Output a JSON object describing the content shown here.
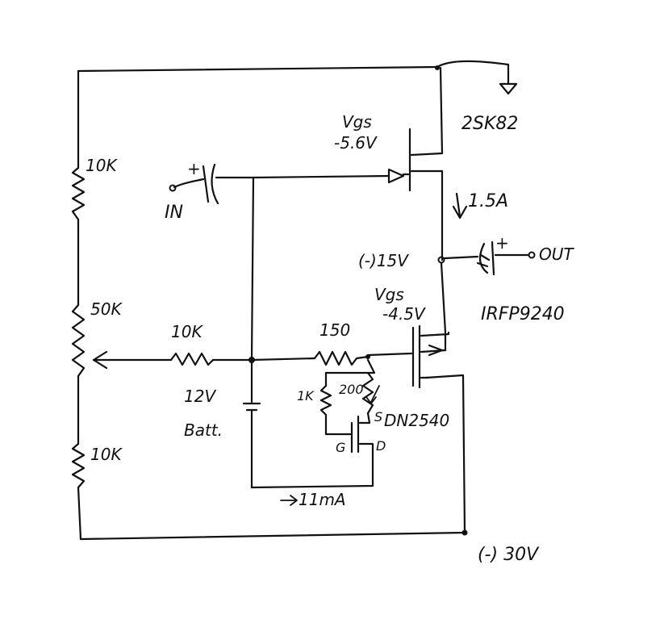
{
  "labels": {
    "r_top": "10K",
    "r_pot": "50K",
    "r_bot": "10K",
    "r_series": "10K",
    "r_150": "150",
    "r_1k": "1K",
    "r_200": "200",
    "vgs_top_a": "Vgs",
    "vgs_top_b": "-5.6V",
    "fet_top": "2SK82",
    "current_top": "1.5A",
    "node_mid": "(-)15V",
    "out": "OUT",
    "vgs_bot_a": "Vgs",
    "vgs_bot_b": "-4.5V",
    "fet_bot": "IRFP9240",
    "input": "IN",
    "batt_a": "12V",
    "batt_b": "Batt.",
    "dn_s": "S",
    "dn_name": "DN2540",
    "dn_g": "G",
    "dn_d": "D",
    "current_bot": "11mA",
    "supply": "(-) 30V",
    "plus_in": "+",
    "plus_out": "+"
  }
}
